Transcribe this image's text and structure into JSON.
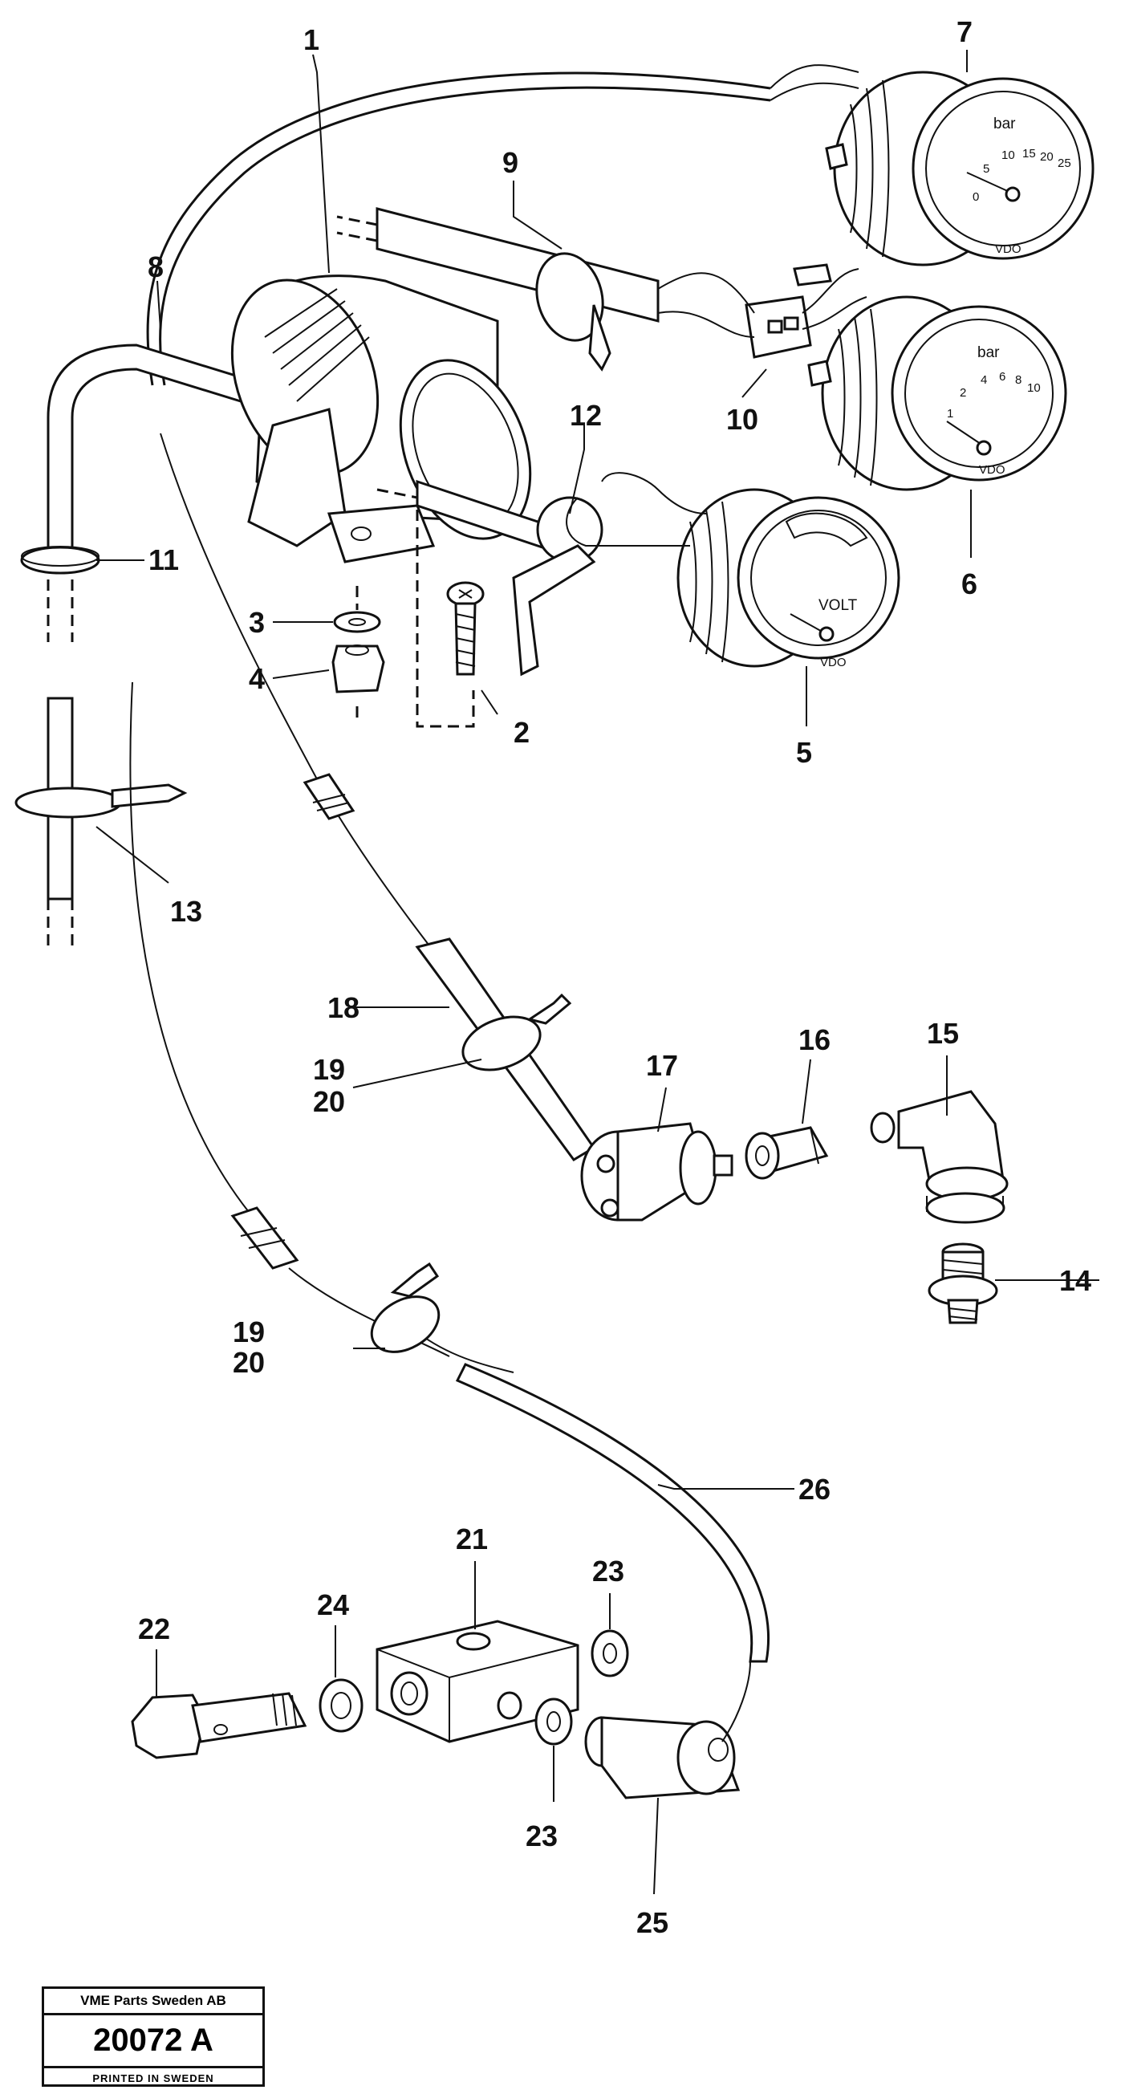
{
  "callouts": [
    "1",
    "2",
    "3",
    "4",
    "5",
    "6",
    "7",
    "8",
    "9",
    "10",
    "11",
    "12",
    "13",
    "14",
    "15",
    "16",
    "17",
    "18",
    "19",
    "20",
    "19",
    "20",
    "21",
    "22",
    "23",
    "23",
    "24",
    "25",
    "26"
  ],
  "gauges": {
    "volt_text": "VOLT",
    "brand": "VDO",
    "unit": "bar",
    "scale_25": [
      "0",
      "5",
      "10",
      "15",
      "20",
      "25"
    ],
    "scale_10": [
      "1",
      "2",
      "4",
      "6",
      "8",
      "10"
    ]
  },
  "stamp": {
    "company": "VME Parts Sweden AB",
    "number": "20072 A",
    "printed": "PRINTED IN SWEDEN"
  }
}
